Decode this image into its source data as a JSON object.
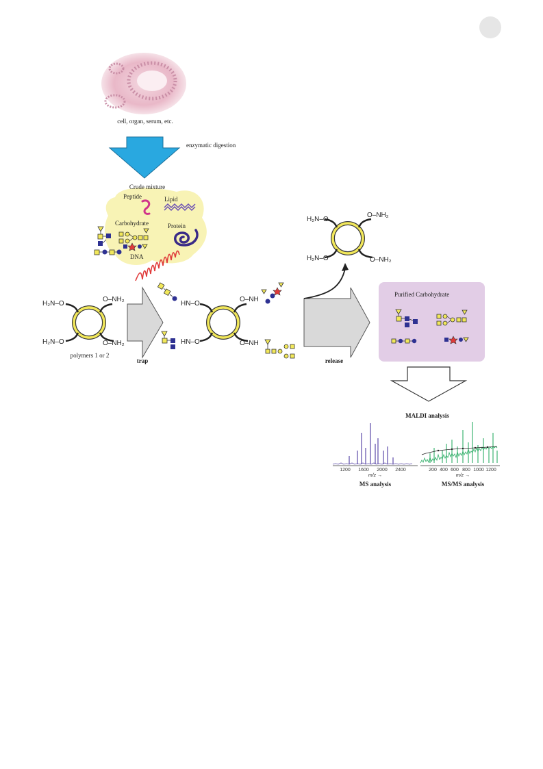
{
  "labels": {
    "source": "cell, organ, serum, etc.",
    "digestion": "enzymatic digestion",
    "crude_mixture": "Crude mixture",
    "peptide": "Peptide",
    "lipid": "Lipid",
    "carbohydrate": "Carbohydrate",
    "protein": "Protein",
    "dna": "DNA",
    "polymers": "polymers 1 or 2",
    "trap": "trap",
    "release": "release",
    "purified": "Purified Carbohydrate",
    "maldi": "MALDI analysis",
    "ms": "MS analysis",
    "msms": "MS/MS analysis"
  },
  "chem": {
    "h2n_o": "H₂N–O",
    "o_nh2": "O–NH₂",
    "hn_o": "HN–O",
    "o_nh": "O–NH"
  },
  "spectra": {
    "ms": {
      "ticks": [
        "1200",
        "1600",
        "2000",
        "2400"
      ],
      "axis": "m/z →",
      "color": "#5b4aa8"
    },
    "msms": {
      "ticks": [
        "200",
        "400",
        "600",
        "800",
        "1000",
        "1200"
      ],
      "axis": "m/z →",
      "color": "#3cb371"
    }
  },
  "colors": {
    "digest_arrow": "#29a8e0",
    "crude_blob": "#f8f3b5",
    "purified_box": "#e2cde6",
    "bead_ring": "#f2e85a",
    "peptide": "#d0358a",
    "lipid": "#6a4fb3",
    "protein": "#3a2b87",
    "dna": "#e03a3a",
    "glcnac": "#2e3192",
    "gal": "#f2e85a",
    "man": "#7bbf3a",
    "fuc": "#e03a3a",
    "sia": "#7b3aa0"
  }
}
